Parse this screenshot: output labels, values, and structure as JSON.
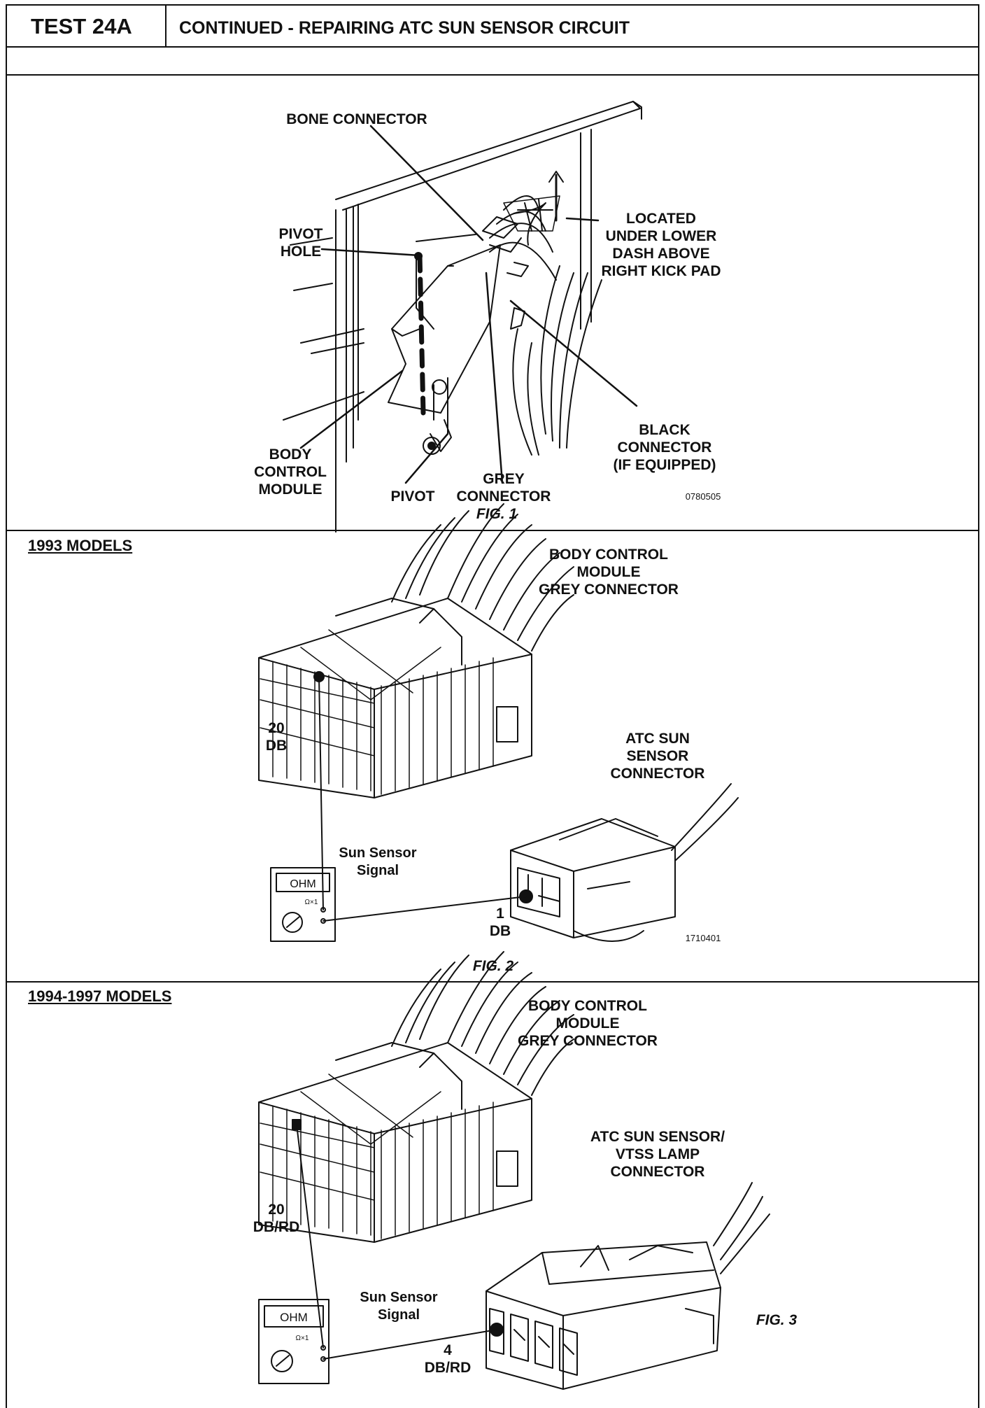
{
  "header": {
    "test_id": "TEST 24A",
    "title": "CONTINUED - REPAIRING ATC SUN SENSOR CIRCUIT"
  },
  "fig1": {
    "caption": "FIG. 1",
    "code": "0780505",
    "labels": {
      "bone_connector": "BONE CONNECTOR",
      "pivot_hole": "PIVOT\nHOLE",
      "located": "LOCATED\nUNDER LOWER\nDASH ABOVE\nRIGHT KICK PAD",
      "black_connector": "BLACK\nCONNECTOR\n(IF EQUIPPED)",
      "body_control_module": "BODY\nCONTROL\nMODULE",
      "pivot": "PIVOT",
      "grey_connector": "GREY\nCONNECTOR"
    }
  },
  "fig2": {
    "section_title": "1993 MODELS",
    "caption": "FIG. 2",
    "code": "1710401",
    "labels": {
      "bcm_grey": "BODY CONTROL\nMODULE\nGREY CONNECTOR",
      "sun_sensor_connector": "ATC SUN\nSENSOR\nCONNECTOR",
      "pin_20": "20\nDB",
      "pin_1": "1\nDB",
      "signal": "Sun Sensor\nSignal",
      "meter": "OHM",
      "meter_range": "Ω×1"
    }
  },
  "fig3": {
    "section_title": "1994-1997 MODELS",
    "caption": "FIG. 3",
    "labels": {
      "bcm_grey": "BODY CONTROL\nMODULE\nGREY CONNECTOR",
      "sun_sensor_connector": "ATC SUN SENSOR/\nVTSS LAMP\nCONNECTOR",
      "pin_20": "20\nDB/RD",
      "pin_4": "4\nDB/RD",
      "signal": "Sun Sensor\nSignal",
      "meter": "OHM",
      "meter_range": "Ω×1"
    }
  }
}
